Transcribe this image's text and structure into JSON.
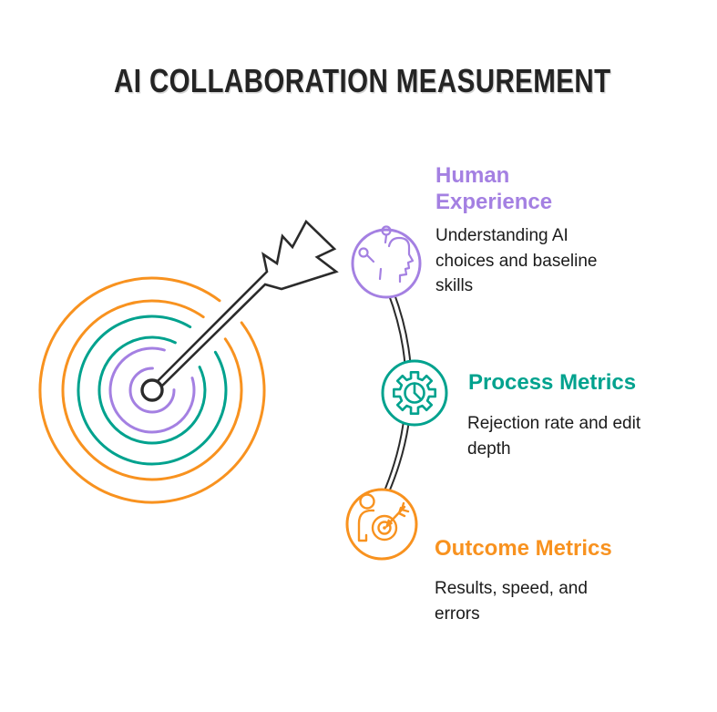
{
  "title": "AI COLLABORATION MEASUREMENT",
  "palette": {
    "purple": "#a480e2",
    "teal": "#00a28e",
    "orange": "#f8921f",
    "ink": "#2b2b2b",
    "text": "#1b1b1b"
  },
  "items": [
    {
      "id": "human-experience",
      "heading": "Human Experience",
      "body": "Understanding AI choices and baseline skills",
      "color": "#a480e2",
      "icon": "brain-circuit-icon"
    },
    {
      "id": "process-metrics",
      "heading": "Process Metrics",
      "body": "Rejection rate and edit depth",
      "color": "#00a28e",
      "icon": "gear-pie-icon"
    },
    {
      "id": "outcome-metrics",
      "heading": "Outcome Metrics",
      "body": "Results, speed, and errors",
      "color": "#f8921f",
      "icon": "person-target-icon"
    }
  ],
  "illustration": {
    "name": "target-with-arrow",
    "ring_colors": [
      "#f8921f",
      "#f8921f",
      "#00a28e",
      "#00a28e",
      "#a480e2",
      "#a480e2"
    ]
  }
}
